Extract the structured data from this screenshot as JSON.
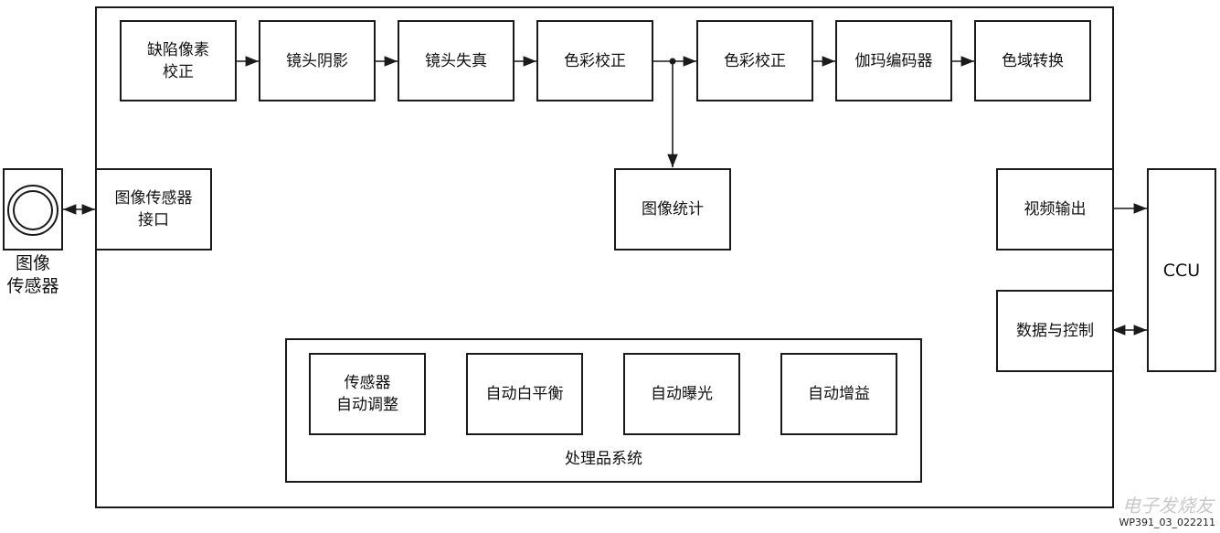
{
  "pipeline": [
    "缺陷像素\n校正",
    "镜头阴影",
    "镜头失真",
    "色彩校正",
    "色彩校正",
    "伽玛编码器",
    "色域转换"
  ],
  "image_statistics": "图像统计",
  "sensor_interface": "图像传感器\n接口",
  "image_sensor": "图像\n传感器",
  "video_output": "视频输出",
  "data_control": "数据与控制",
  "ccu": "CCU",
  "processor_system": {
    "label": "处理品系统",
    "blocks": [
      "传感器\n自动调整",
      "自动白平衡",
      "自动曝光",
      "自动增益"
    ]
  },
  "figure_id": "WP391_03_022211",
  "watermark": "电子发烧友"
}
